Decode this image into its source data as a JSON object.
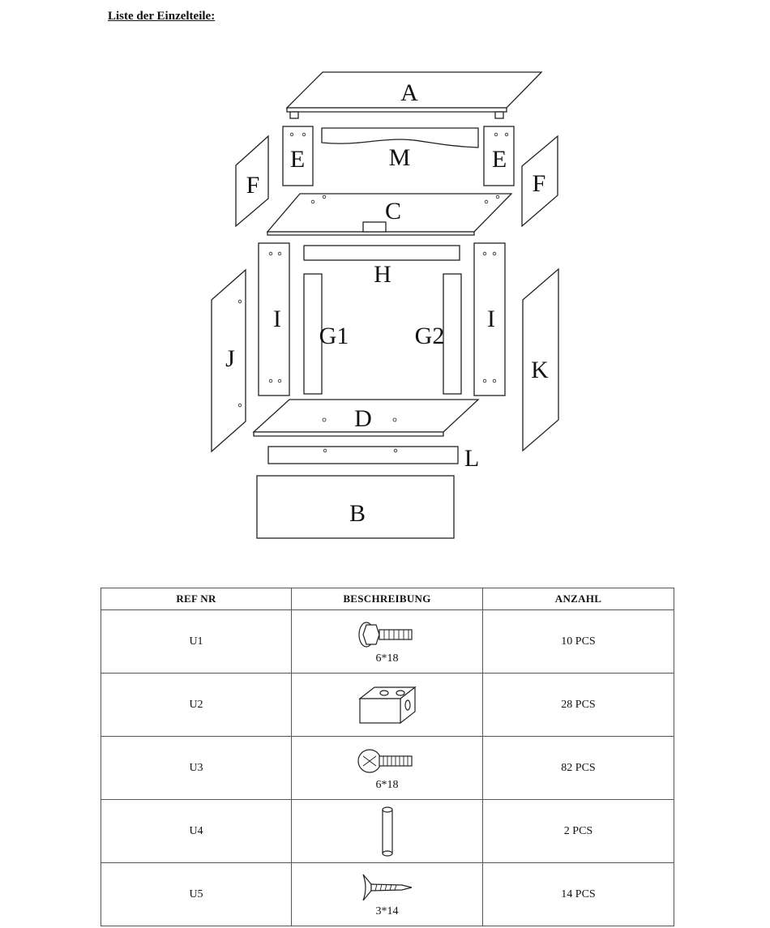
{
  "heading": "Liste der Einzelteile:",
  "parts_labels": {
    "A": "A",
    "B": "B",
    "C": "C",
    "D": "D",
    "E_left": "E",
    "E_right": "E",
    "F_left": "F",
    "F_right": "F",
    "G1": "G1",
    "G2": "G2",
    "H": "H",
    "I_left": "I",
    "I_right": "I",
    "J": "J",
    "K": "K",
    "L": "L",
    "M": "M"
  },
  "table": {
    "headers": {
      "ref": "REF NR",
      "desc": "BESCHREIBUNG",
      "qty": "ANZAHL"
    },
    "rows": [
      {
        "ref": "U1",
        "icon": "hex-bolt-icon",
        "size": "6*18",
        "qty": "10 PCS"
      },
      {
        "ref": "U2",
        "icon": "connector-block-icon",
        "size": "",
        "qty": "28 PCS"
      },
      {
        "ref": "U3",
        "icon": "pan-head-screw-icon",
        "size": "6*18",
        "qty": "82 PCS"
      },
      {
        "ref": "U4",
        "icon": "wooden-dowel-icon",
        "size": "",
        "qty": "2 PCS"
      },
      {
        "ref": "U5",
        "icon": "countersunk-screw-icon",
        "size": "3*14",
        "qty": "14 PCS"
      }
    ]
  }
}
